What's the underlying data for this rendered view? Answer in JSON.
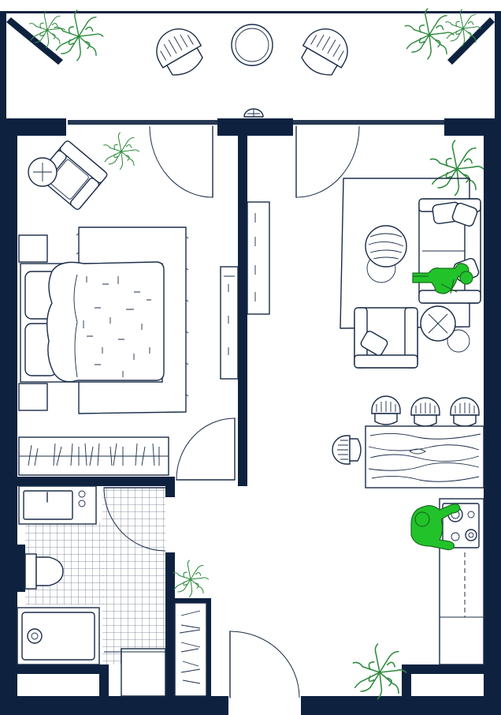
{
  "colors": {
    "wall": "#0e2240",
    "line": "#1b2c48",
    "plant": "#2e8b3e",
    "person": "#22c32a",
    "background": "#ffffff"
  },
  "rooms": [
    "balcony",
    "bedroom",
    "living-room",
    "dining-area",
    "kitchen",
    "bathroom",
    "hallway",
    "entrance"
  ],
  "furniture": [
    "armchair",
    "round-table",
    "double-bed",
    "rug",
    "wardrobe",
    "sofa",
    "coffee-table",
    "dining-table",
    "chair",
    "sink",
    "toilet",
    "bathtub",
    "stove",
    "shelf"
  ],
  "icons": [
    "plant-icon",
    "person-icon"
  ]
}
